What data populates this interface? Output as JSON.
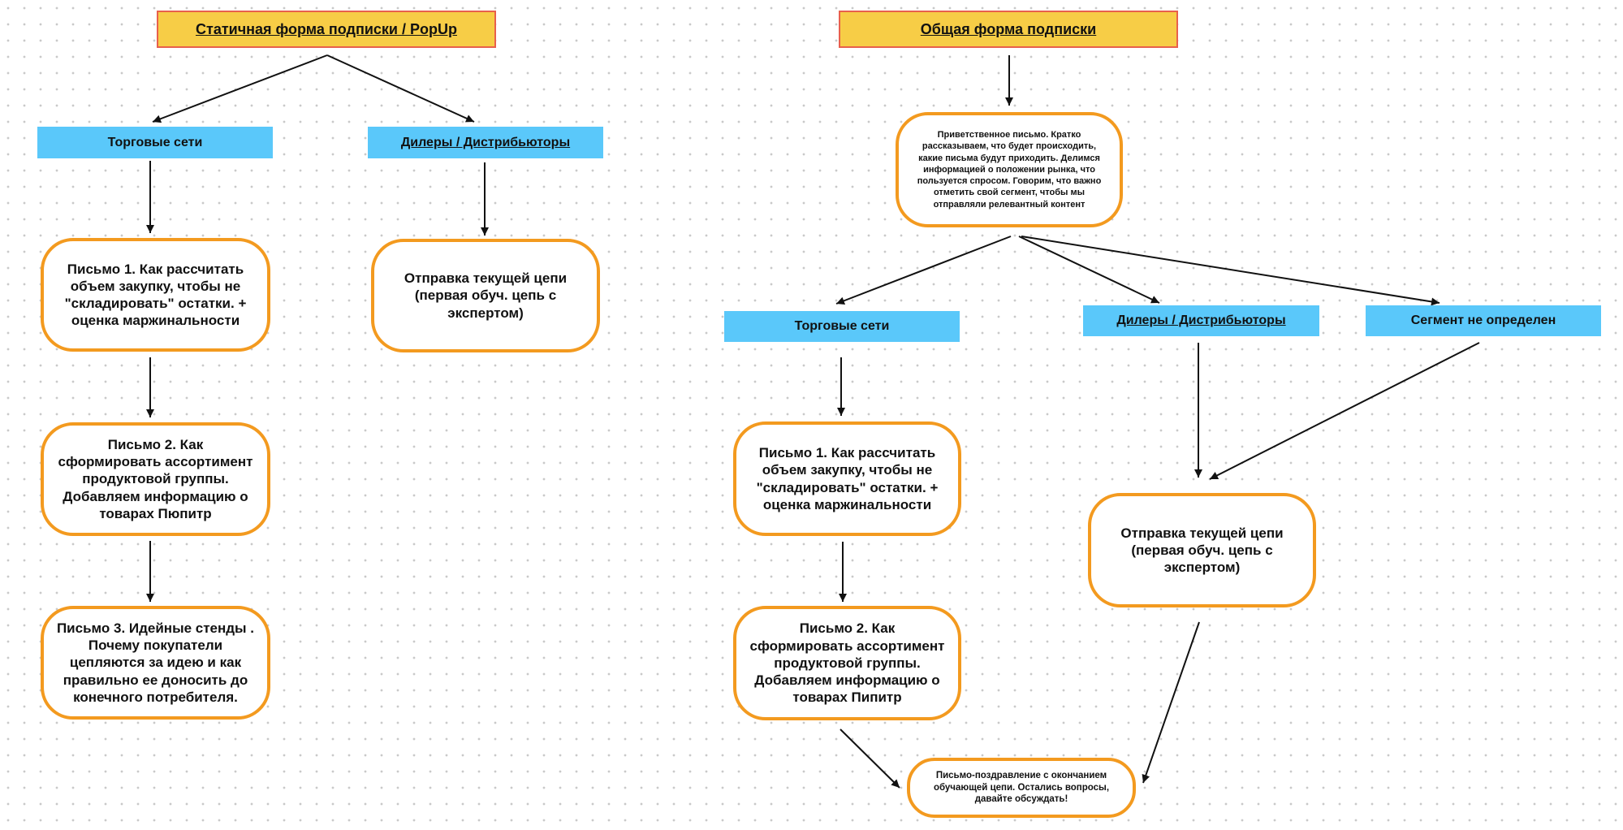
{
  "left": {
    "title": "Статичная форма подписки / PopUp",
    "segments": {
      "retail": "Торговые сети",
      "dealers": "Дилеры / Дистрибьюторы"
    },
    "letters": {
      "retail_1": "Письмо 1. Как рассчитать объем закупку, чтобы не \"складировать\" остатки. + оценка маржинальности",
      "retail_2": "Письмо 2. Как сформировать ассортимент продуктовой группы. Добавляем  информацию о товарах Пюпитр",
      "retail_3": "Письмо 3. Идейные стенды . Почему покупатели цепляются за идею и как правильно ее доносить до конечного потребителя.",
      "dealers_1": "Отправка текущей цепи (первая обуч. цепь с экспертом)"
    }
  },
  "right": {
    "title": "Общая форма подписки",
    "welcome": "Приветственное письмо. Кратко рассказываем, что будет происходить, какие письма будут приходить. Делимся информацией о положении рынка, что пользуется спросом. Говорим, что важно отметить свой сегмент, чтобы мы отправляли релевантный контент",
    "segments": {
      "retail": "Торговые сети",
      "dealers": "Дилеры / Дистрибьюторы",
      "undefined": "Сегмент не определен"
    },
    "letters": {
      "retail_1": "Письмо 1. Как рассчитать объем закупку, чтобы не \"складировать\" остатки. + оценка маржинальности",
      "retail_2": "Письмо 2. Как сформировать ассортимент продуктовой группы. Добавляем  информацию о товарах Пипитр",
      "dealers_1": "Отправка текущей цепи (первая обуч. цепь с экспертом)",
      "final": "Письмо-поздравление с окончанием обучающей цепи. Остались вопросы, давайте обсуждать!"
    }
  },
  "colors": {
    "title_fill": "#f7cd46",
    "title_border": "#e8604c",
    "segment_fill": "#5ac8fa",
    "letter_border": "#f39a1f",
    "arrow": "#111111"
  }
}
